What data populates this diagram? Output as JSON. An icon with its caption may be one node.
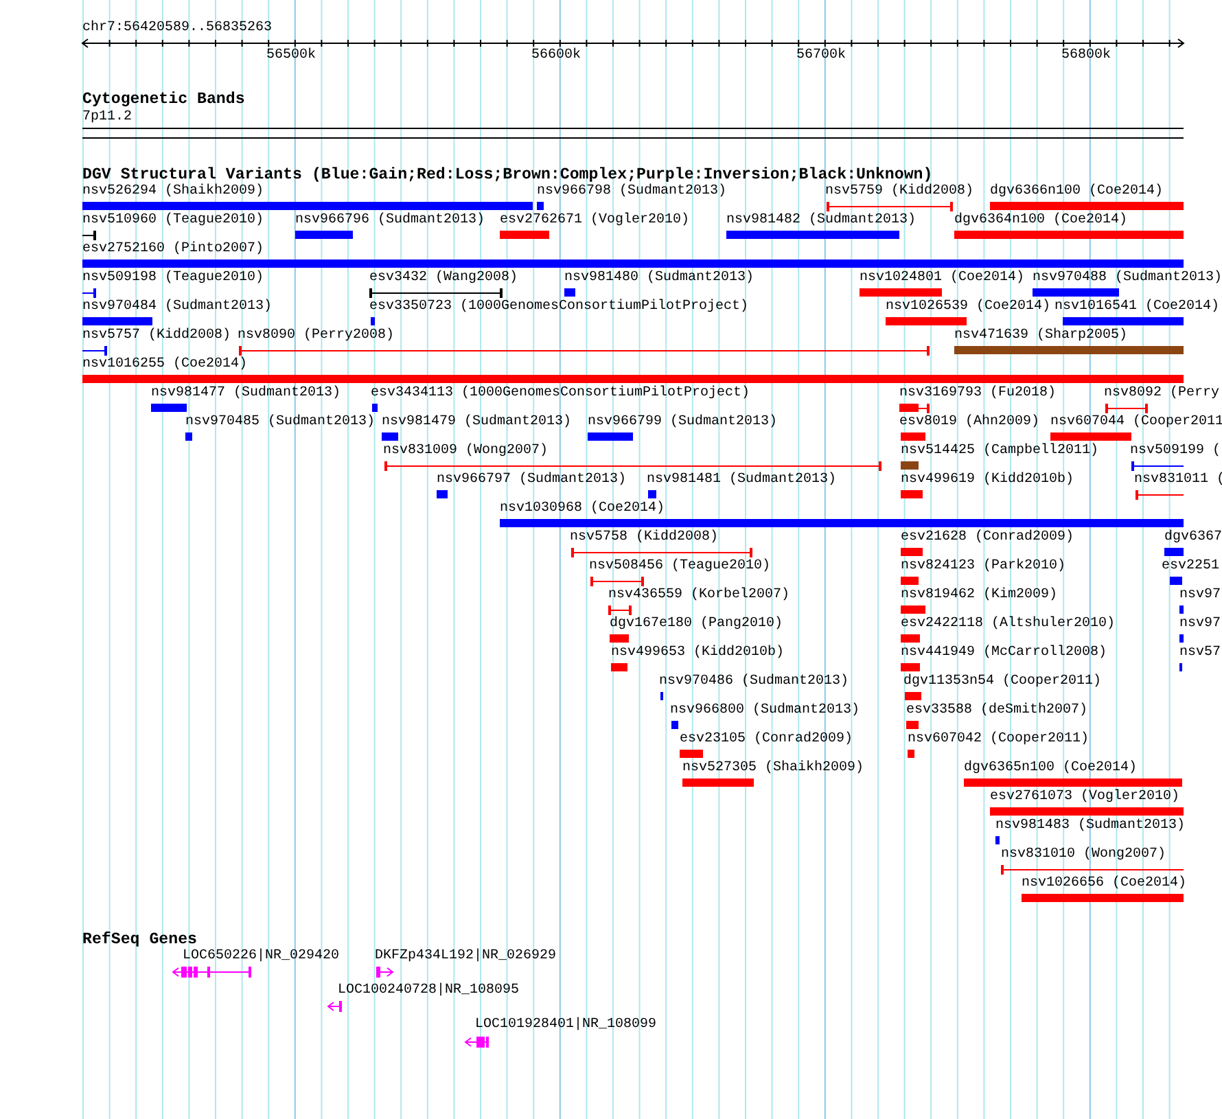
{
  "diagram": {
    "labels": [
      "chr7:56420589..56835263",
      "56500k",
      "56600k",
      "56700k",
      "56800k",
      "Cytogenetic Bands",
      "7p11.2",
      "DGV Structural Variants (Blue:Gain;Red:Loss;Brown:Complex;Purple:Inversion;Black:Unknown)",
      "nsv526294 (Shaikh2009)",
      "nsv966798 (Sudmant2013)",
      "nsv5759 (Kidd2008)",
      "dgv6366n100 (Coe2014)",
      "nsv510960 (Teague2010)",
      "nsv966796 (Sudmant2013)",
      "esv2762671 (Vogler2010)",
      "nsv981482 (Sudmant2013)",
      "dgv6364n100 (Coe2014)",
      "esv2752160 (Pinto2007)",
      "nsv509198 (Teague2010)",
      "esv3432 (Wang2008)",
      "nsv981480 (Sudmant2013)",
      "nsv1024801 (Coe2014)",
      "nsv970488 (Sudmant2013)",
      "nsv970484 (Sudmant2013)",
      "esv3350723 (1000GenomesConsortiumPilotProject)",
      "nsv1026539 (Coe2014)",
      "nsv1016541 (Coe2014)",
      "nsv5757 (Kidd2008)",
      "nsv8090 (Perry2008)",
      "nsv471639 (Sharp2005)",
      "nsv1016255 (Coe2014)",
      "nsv981477 (Sudmant2013)",
      "esv3434113 (1000GenomesConsortiumPilotProject)",
      "nsv3169793 (Fu2018)",
      "nsv8092 (Perry",
      "nsv970485 (Sudmant2013)",
      "nsv981479 (Sudmant2013)",
      "nsv966799 (Sudmant2013)",
      "esv8019 (Ahn2009)",
      "nsv607044 (Cooper2011",
      "nsv831009 (Wong2007)",
      "nsv514425 (Campbell2011)",
      "nsv509199 (",
      "nsv966797 (Sudmant2013)",
      "nsv981481 (Sudmant2013)",
      "nsv499619 (Kidd2010b)",
      "nsv831011 (",
      "nsv1030968 (Coe2014)",
      "nsv5758 (Kidd2008)",
      "esv21628 (Conrad2009)",
      "dgv6367",
      "nsv508456 (Teague2010)",
      "nsv824123 (Park2010)",
      "esv2251",
      "nsv436559 (Korbel2007)",
      "nsv819462 (Kim2009)",
      "nsv97",
      "dgv167e180 (Pang2010)",
      "esv2422118 (Altshuler2010)",
      "nsv97",
      "nsv499653 (Kidd2010b)",
      "nsv441949 (McCarroll2008)",
      "nsv57",
      "nsv970486 (Sudmant2013)",
      "dgv11353n54 (Cooper2011)",
      "nsv966800 (Sudmant2013)",
      "esv33588 (deSmith2007)",
      "esv23105 (Conrad2009)",
      "nsv607042 (Cooper2011)",
      "nsv527305 (Shaikh2009)",
      "dgv6365n100 (Coe2014)",
      "esv2761073 (Vogler2010)",
      "nsv981483 (Sudmant2013)",
      "nsv831010 (Wong2007)",
      "nsv1026656 (Coe2014)",
      "RefSeq Genes",
      "LOC650226|NR_029420",
      "DKFZp434L192|NR_026929",
      "LOC100240728|NR_108095",
      "LOC101928401|NR_108099"
    ]
  }
}
